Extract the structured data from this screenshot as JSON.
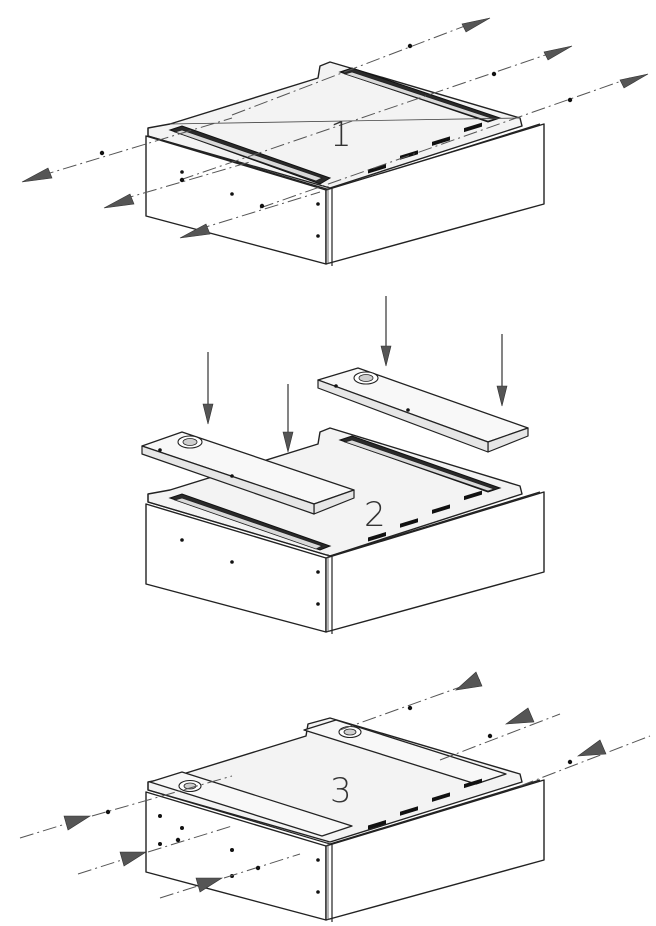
{
  "diagram": {
    "steps": [
      {
        "id": "step-1",
        "label": "1"
      },
      {
        "id": "step-2",
        "label": "2"
      },
      {
        "id": "step-3",
        "label": "3"
      }
    ]
  }
}
